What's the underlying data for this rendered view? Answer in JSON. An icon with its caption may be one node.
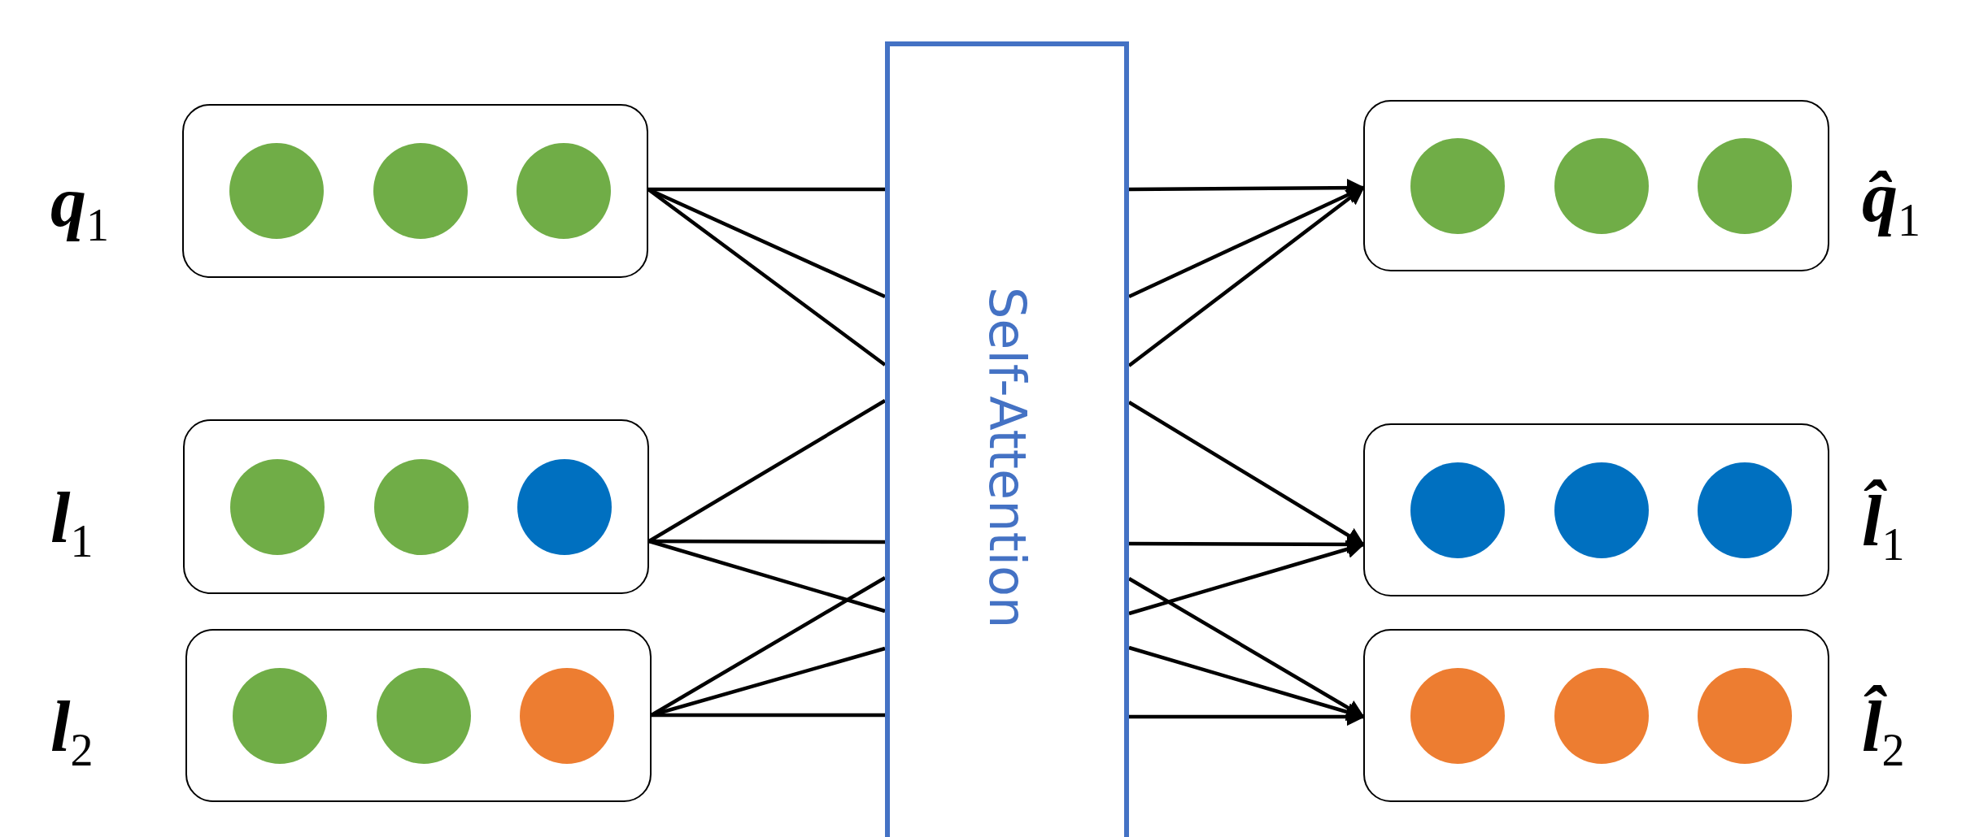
{
  "diagram": {
    "nodes": [
      {
        "text": [],
        "shape": "box",
        "beside": [
          "*q*$_{1}$"
        ]
      },
      {
        "text": [],
        "shape": "box",
        "beside": [
          "*l*$_{1}$"
        ]
      },
      {
        "text": [],
        "shape": "box",
        "beside": [
          "*l*$_{2}$"
        ]
      },
      {
        "text": [
          "Self-Attention"
        ]
      },
      {
        "text": [],
        "shape": "box",
        "beside": [
          "*q̂*$_{1}$"
        ]
      },
      {
        "text": [],
        "shape": "box",
        "beside": [
          "*l̂*$_{1}$"
        ]
      },
      {
        "text": [],
        "shape": "box",
        "beside": [
          "*l̂*$_{2}$"
        ]
      }
    ],
    "edges": [
      {
        "from": 0,
        "to": 3,
        "arrow": "none"
      },
      {
        "from": 0,
        "to": 3,
        "arrow": "none"
      },
      {
        "from": 0,
        "to": 3,
        "arrow": "none"
      },
      {
        "from": 1,
        "to": 3,
        "arrow": "none"
      },
      {
        "from": 1,
        "to": 3,
        "arrow": "none"
      },
      {
        "from": 1,
        "to": 3,
        "arrow": "none"
      },
      {
        "from": 2,
        "to": 3,
        "arrow": "none"
      },
      {
        "from": 2,
        "to": 3,
        "arrow": "none"
      },
      {
        "from": 2,
        "to": 3,
        "arrow": "none"
      },
      {
        "from": 3,
        "to": 4,
        "arrow": "to"
      },
      {
        "from": 3,
        "to": 4,
        "arrow": "to"
      },
      {
        "from": 3,
        "to": 4,
        "arrow": "to"
      },
      {
        "from": 3,
        "to": 5,
        "arrow": "to"
      },
      {
        "from": 3,
        "to": 5,
        "arrow": "to"
      },
      {
        "from": 3,
        "to": 5,
        "arrow": "to"
      },
      {
        "from": 3,
        "to": 6,
        "arrow": "to"
      },
      {
        "from": 3,
        "to": 6,
        "arrow": "to"
      },
      {
        "from": 3,
        "to": 6,
        "arrow": "to"
      }
    ]
  }
}
